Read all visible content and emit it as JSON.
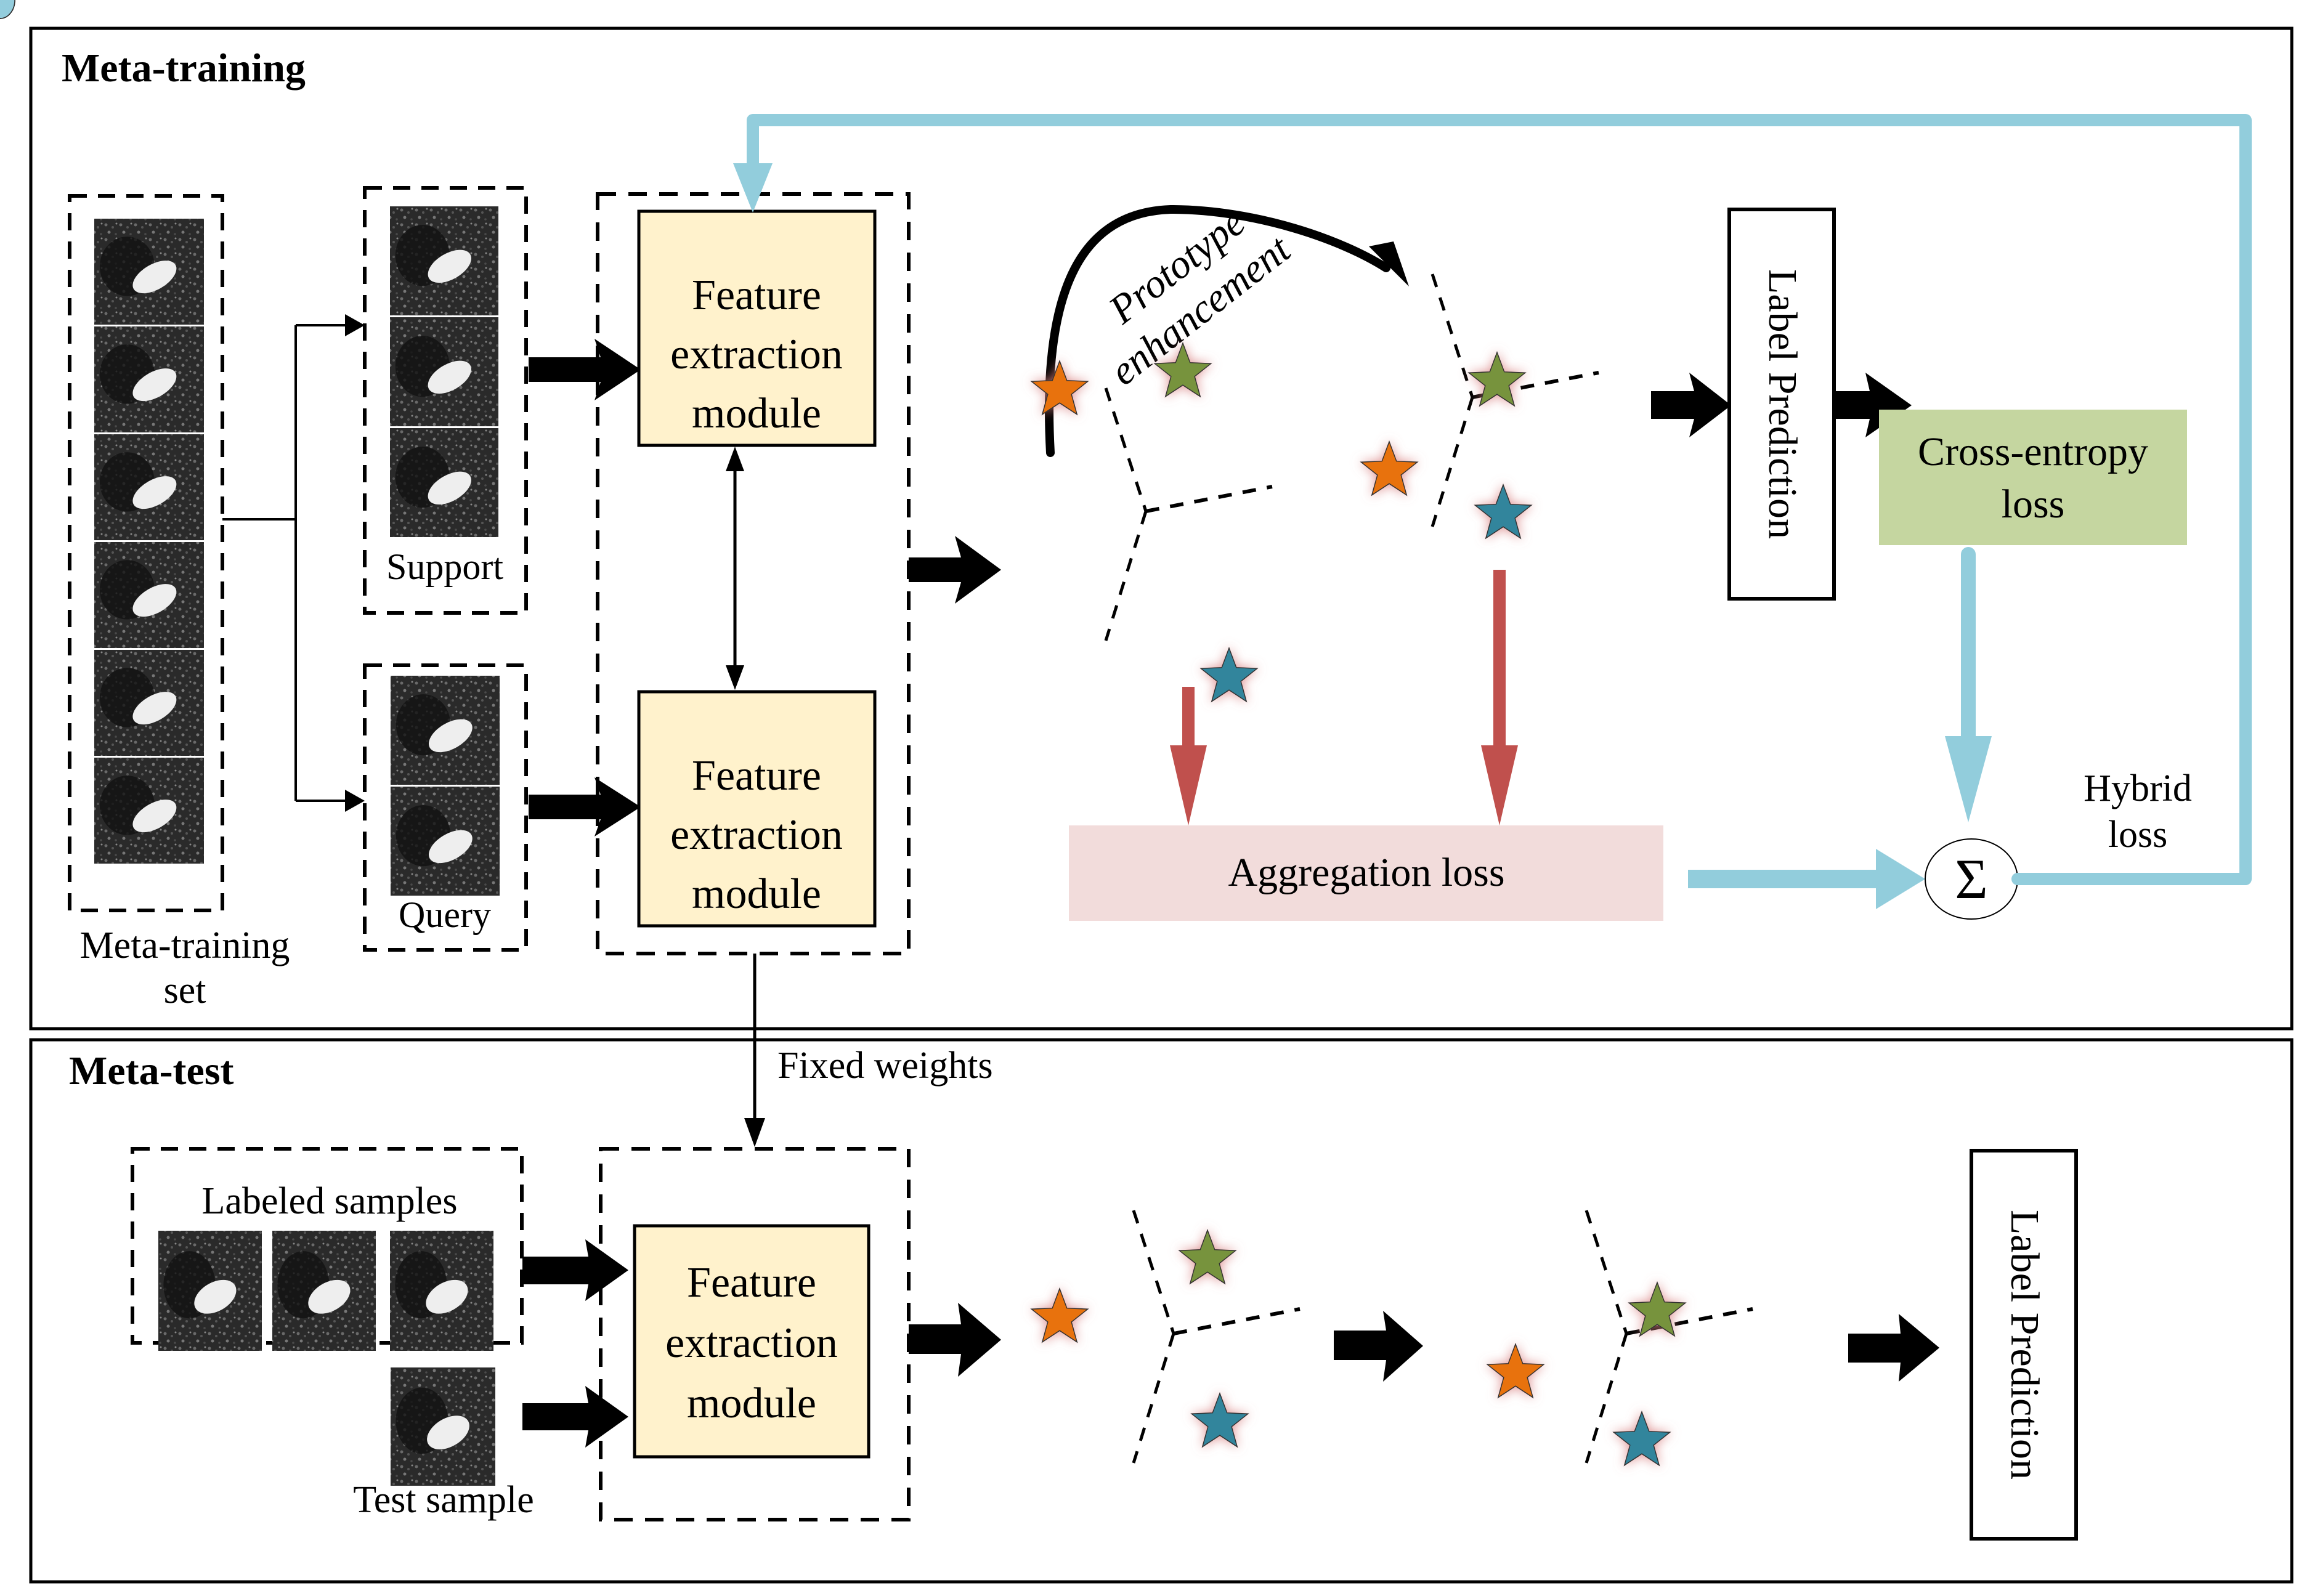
{
  "meta_training": {
    "title": "Meta-training",
    "set_label_line1": "Meta-training",
    "set_label_line2": "set",
    "support_label": "Support",
    "query_label": "Query",
    "feature_module_top": [
      "Feature",
      "extraction",
      "module"
    ],
    "feature_module_bottom": [
      "Feature",
      "extraction",
      "module"
    ],
    "prototype_enhancement_line1": "Prototype",
    "prototype_enhancement_line2": "enhancement",
    "label_prediction": "Label Prediction",
    "cross_entropy_line1": "Cross-entropy",
    "cross_entropy_line2": "loss",
    "aggregation_loss": "Aggregation loss",
    "sum_symbol": "Σ",
    "hybrid_loss_line1": "Hybrid",
    "hybrid_loss_line2": "loss"
  },
  "meta_test": {
    "title": "Meta-test",
    "fixed_weights": "Fixed weights",
    "labeled_samples": "Labeled samples",
    "test_sample": "Test sample",
    "feature_module": [
      "Feature",
      "extraction",
      "module"
    ],
    "label_prediction": "Label Prediction"
  },
  "image_counts": {
    "meta_training_set": 6,
    "support": 3,
    "query": 2,
    "labeled_samples": 3,
    "test_sample": 1
  },
  "colors": {
    "feature_module_fill": "#fff2cc",
    "cross_entropy_fill": "#c5d6a0",
    "aggregation_fill": "#f2dcdb",
    "loss_flow_arrow": "#92cddc",
    "aggregation_arrow": "#c0504d",
    "class_orange_point": "#f8c49a",
    "class_orange_prototype": "#e8720f",
    "class_green_point": "#c4d6a0",
    "class_green_prototype": "#77933c",
    "class_blue_point": "#93cddd",
    "class_blue_prototype": "#31859c",
    "prototype_glow": "#e6a0a0"
  }
}
